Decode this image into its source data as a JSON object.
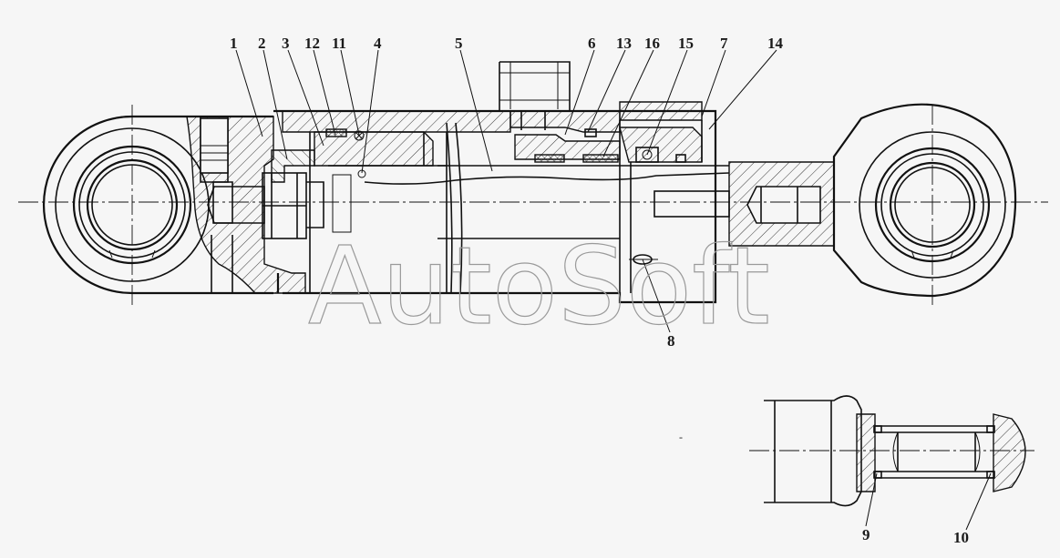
{
  "watermark": "AutoSoft",
  "callouts": {
    "c1": "1",
    "c2": "2",
    "c3": "3",
    "c12": "12",
    "c11": "11",
    "c4": "4",
    "c5": "5",
    "c6": "6",
    "c13": "13",
    "c16": "16",
    "c15": "15",
    "c7": "7",
    "c14": "14",
    "c8": "8",
    "c9": "9",
    "c10": "10"
  },
  "stray_mark": "-"
}
